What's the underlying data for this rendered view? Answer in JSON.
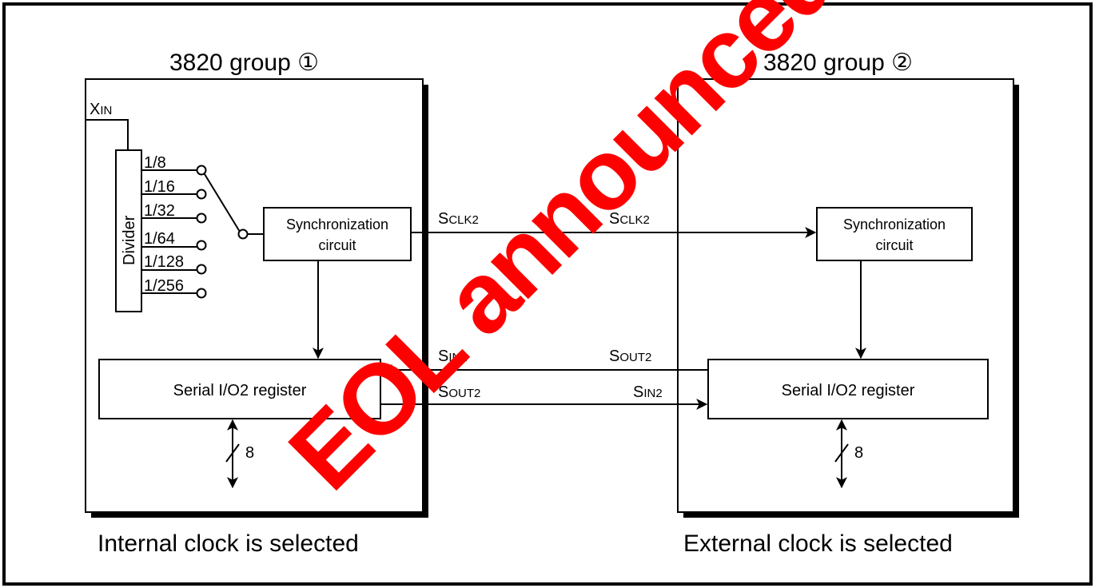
{
  "left_chip": {
    "title": "3820 group ①",
    "input_label": {
      "main": "X",
      "sub": "IN"
    },
    "divider_label": "Divider",
    "taps": [
      "1/8",
      "1/16",
      "1/32",
      "1/64",
      "1/128",
      "1/256"
    ],
    "sync": {
      "line1": "Synchronization",
      "line2": "circuit"
    },
    "register_label": "Serial I/O2 register",
    "bus_width": "8",
    "caption": "Internal clock is selected"
  },
  "right_chip": {
    "title": "3820 group ②",
    "sync": {
      "line1": "Synchronization",
      "line2": "circuit"
    },
    "register_label": "Serial I/O2 register",
    "bus_width": "8",
    "caption": "External clock is selected"
  },
  "signals": {
    "sclk_left": {
      "main": "S",
      "sub": "CLK2"
    },
    "sclk_right": {
      "main": "S",
      "sub": "CLK2"
    },
    "sin_left": {
      "main": "S",
      "sub": "IN2"
    },
    "sout_left": {
      "main": "S",
      "sub": "OUT2"
    },
    "sout_right": {
      "main": "S",
      "sub": "OUT2"
    },
    "sin_right": {
      "main": "S",
      "sub": "IN2"
    }
  },
  "watermark": "EOL announced",
  "colors": {
    "line": "#000000",
    "watermark": "#ff0000",
    "background": "#ffffff"
  }
}
